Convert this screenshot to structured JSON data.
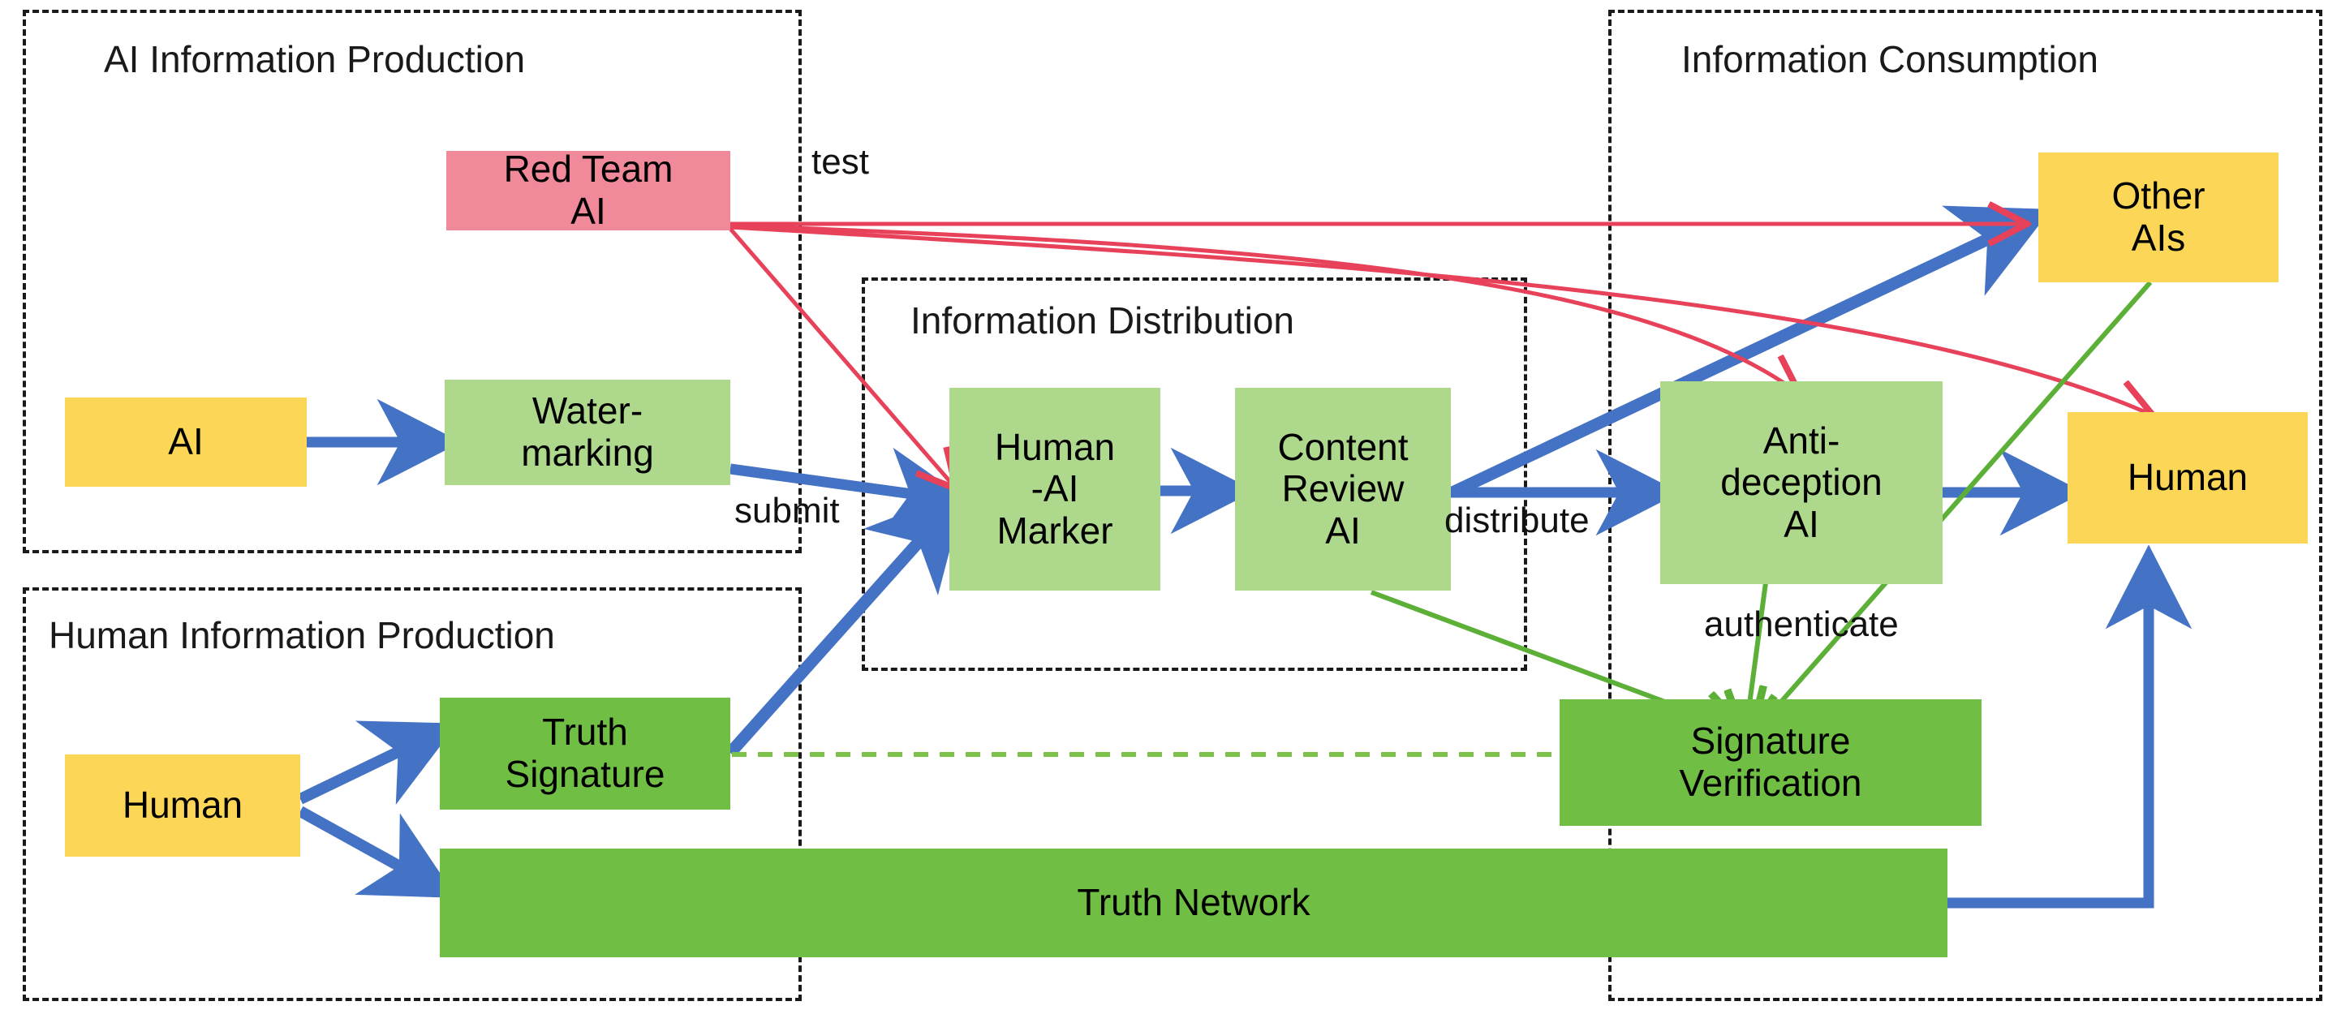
{
  "diagram": {
    "title": "AI information ecosystem trust architecture",
    "colors": {
      "yellow": "#FCD757",
      "light_green": "#AED98D",
      "dark_green": "#70BF44",
      "pink": "#F08A9A",
      "blue_arrow": "#4472C4",
      "red_arrow": "#E8415A",
      "green_arrow": "#5CB037",
      "border_dash": "#1a1a1a"
    }
  },
  "groups": [
    {
      "id": "ai-production",
      "label": "AI Information Production"
    },
    {
      "id": "human-production",
      "label": "Human Information Production"
    },
    {
      "id": "distribution",
      "label": "Information Distribution"
    },
    {
      "id": "consumption",
      "label": "Information Consumption"
    }
  ],
  "nodes": [
    {
      "id": "red-team-ai",
      "label": "Red Team\nAI",
      "color": "pink",
      "group": "ai-production"
    },
    {
      "id": "ai",
      "label": "AI",
      "color": "yellow",
      "group": "ai-production"
    },
    {
      "id": "watermarking",
      "label": "Water-\nmarking",
      "color": "light_green",
      "group": "ai-production"
    },
    {
      "id": "human-left",
      "label": "Human",
      "color": "yellow",
      "group": "human-production"
    },
    {
      "id": "truth-signature",
      "label": "Truth\nSignature",
      "color": "dark_green",
      "group": "human-production"
    },
    {
      "id": "truth-network",
      "label": "Truth Network",
      "color": "dark_green",
      "group": "human-production"
    },
    {
      "id": "human-ai-marker",
      "label": "Human\n-AI\nMarker",
      "color": "light_green",
      "group": "distribution"
    },
    {
      "id": "content-review-ai",
      "label": "Content\nReview\nAI",
      "color": "light_green",
      "group": "distribution"
    },
    {
      "id": "anti-deception-ai",
      "label": "Anti-\ndeception\nAI",
      "color": "light_green",
      "group": "consumption"
    },
    {
      "id": "other-ais",
      "label": "Other\nAIs",
      "color": "yellow",
      "group": "consumption"
    },
    {
      "id": "human-right",
      "label": "Human",
      "color": "yellow",
      "group": "consumption"
    },
    {
      "id": "signature-verification",
      "label": "Signature\nVerification",
      "color": "dark_green",
      "group": "consumption"
    }
  ],
  "edge_labels": [
    {
      "id": "test",
      "text": "test"
    },
    {
      "id": "submit",
      "text": "submit"
    },
    {
      "id": "distribute",
      "text": "distribute"
    },
    {
      "id": "authenticate",
      "text": "authenticate"
    }
  ],
  "edges": [
    {
      "from": "ai",
      "to": "watermarking",
      "color": "blue",
      "style": "solid"
    },
    {
      "from": "watermarking",
      "to": "human-ai-marker",
      "color": "blue",
      "style": "solid",
      "label": "submit"
    },
    {
      "from": "truth-signature",
      "to": "human-ai-marker",
      "color": "blue",
      "style": "solid"
    },
    {
      "from": "human-ai-marker",
      "to": "content-review-ai",
      "color": "blue",
      "style": "solid"
    },
    {
      "from": "content-review-ai",
      "to": "anti-deception-ai",
      "color": "blue",
      "style": "solid",
      "label": "distribute"
    },
    {
      "from": "content-review-ai",
      "to": "other-ais",
      "color": "blue",
      "style": "solid"
    },
    {
      "from": "anti-deception-ai",
      "to": "human-right",
      "color": "blue",
      "style": "solid"
    },
    {
      "from": "human-left",
      "to": "truth-signature",
      "color": "blue",
      "style": "solid"
    },
    {
      "from": "human-left",
      "to": "truth-network",
      "color": "blue",
      "style": "solid"
    },
    {
      "from": "truth-network",
      "to": "human-right",
      "color": "blue",
      "style": "solid"
    },
    {
      "from": "red-team-ai",
      "to": "other-ais",
      "color": "red",
      "style": "solid",
      "label": "test"
    },
    {
      "from": "red-team-ai",
      "to": "anti-deception-ai",
      "color": "red",
      "style": "solid"
    },
    {
      "from": "red-team-ai",
      "to": "human-right",
      "color": "red",
      "style": "solid"
    },
    {
      "from": "red-team-ai",
      "to": "human-ai-marker",
      "color": "red",
      "style": "solid"
    },
    {
      "from": "content-review-ai",
      "to": "signature-verification",
      "color": "green",
      "style": "solid"
    },
    {
      "from": "anti-deception-ai",
      "to": "signature-verification",
      "color": "green",
      "style": "solid",
      "label": "authenticate"
    },
    {
      "from": "other-ais",
      "to": "signature-verification",
      "color": "green",
      "style": "solid"
    },
    {
      "from": "truth-signature",
      "to": "signature-verification",
      "color": "green",
      "style": "dashed"
    }
  ]
}
